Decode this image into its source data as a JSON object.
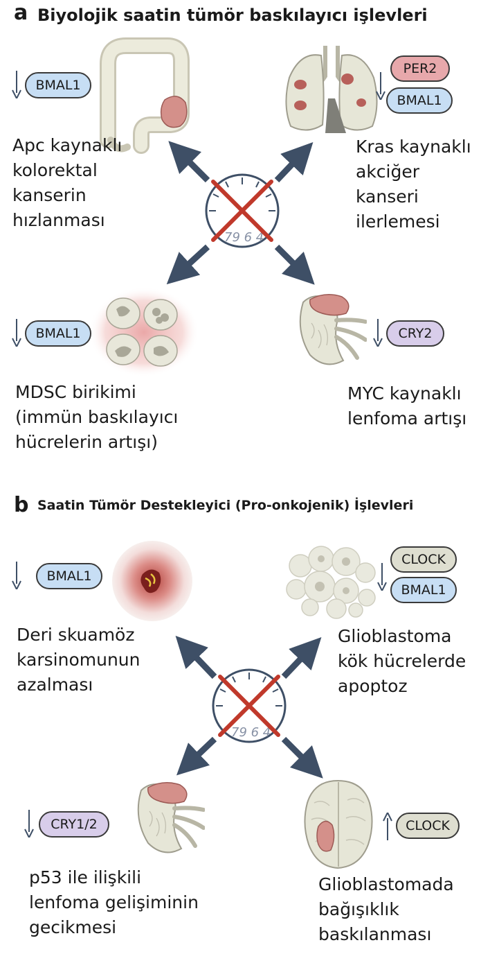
{
  "panel_a": {
    "letter": "a",
    "title": "Biyolojik saatin tümör baskılayıcı işlevleri",
    "items": [
      {
        "caption": "Apc kaynaklı\nkolorektal\nkanserin\nhızlanması",
        "labels": [
          "BMAL1"
        ],
        "direction": "down"
      },
      {
        "caption": "Kras kaynaklı\nakciğer\nkanseri\nilerlemesi",
        "labels": [
          "PER2",
          "BMAL1"
        ],
        "direction": "down"
      },
      {
        "caption": "MDSC birikimi\n(immün baskılayıcı\nhücrelerin artışı)",
        "labels": [
          "BMAL1"
        ],
        "direction": "down"
      },
      {
        "caption": "MYC kaynaklı\nlenfoma artışı",
        "labels": [
          "CRY2"
        ],
        "direction": "down"
      }
    ]
  },
  "panel_b": {
    "letter": "b",
    "title": "Saatin Tümör Destekleyici (Pro-onkojenik) İşlevleri",
    "items": [
      {
        "caption": "Deri skuamöz\nkarsinomunun\nazalması",
        "labels": [
          "BMAL1"
        ],
        "direction": "down"
      },
      {
        "caption": "Glioblastoma\nkök hücrelerde\napoptoz",
        "labels": [
          "CLOCK",
          "BMAL1"
        ],
        "direction": "down"
      },
      {
        "caption": "p53 ile ilişkili\nlenfoma gelişiminin\ngecikmesi",
        "labels": [
          "CRY1/2"
        ],
        "direction": "down"
      },
      {
        "caption": "Glioblastomada\nbağışıklık\nbaskılanması",
        "labels": [
          "CLOCK"
        ],
        "direction": "up"
      }
    ]
  },
  "colors": {
    "arrow": "#3e4f66",
    "cross": "#c0392b",
    "pill_blue": "#c7def4",
    "pill_red": "#e7a8ab",
    "pill_purple": "#d8cdea",
    "pill_tan": "#deded0",
    "tumor": "#d4908a",
    "organ": "#e6e6d7"
  },
  "icons": [
    "colon-icon",
    "lungs-icon",
    "cells-icon",
    "spleen-icon",
    "skin-tumor-icon",
    "stem-cells-icon",
    "spleen-icon",
    "brain-icon",
    "broken-clock-icon"
  ]
}
